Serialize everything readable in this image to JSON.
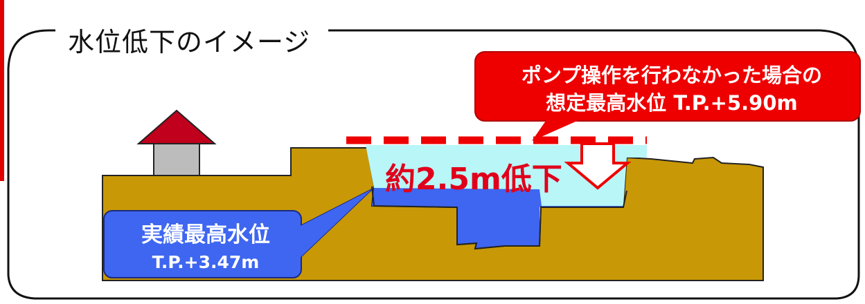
{
  "title": "水位低下のイメージ",
  "callout_red": {
    "line1": "ポンプ操作を行わなかった場合の",
    "line2": "想定最高水位 T.P.+5.90m"
  },
  "drop_label": "約2.5m低下",
  "callout_blue": {
    "line1": "実績最高水位",
    "line2": "T.P.+3.47m"
  },
  "colors": {
    "ground": "#c89806",
    "actual_water": "#3e66f0",
    "assumed_water": "#b8f6f7",
    "red": "#ee0000",
    "dashed_line": "#ee0000",
    "house_roof": "#c0001c",
    "house_wall": "#bcbcbc"
  },
  "icons": [
    "house-icon",
    "down-arrow-icon"
  ]
}
